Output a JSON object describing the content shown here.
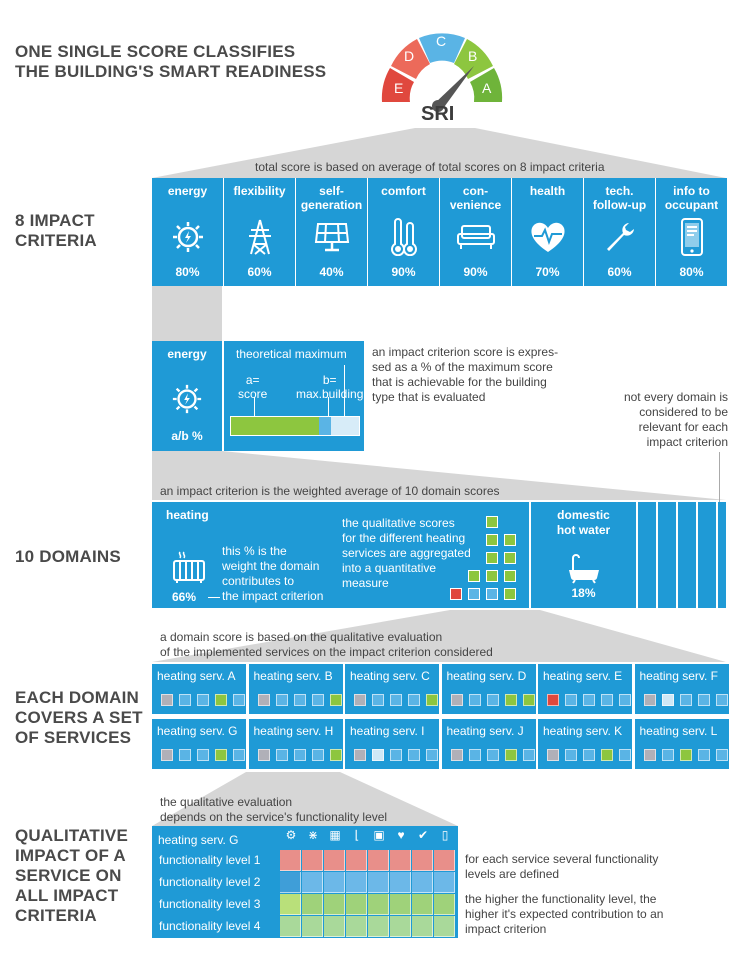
{
  "title": {
    "line1": "ONE SINGLE SCORE CLASSIFIES",
    "line2": "THE BUILDING'S SMART READINESS"
  },
  "gauge": {
    "letters": [
      "E",
      "D",
      "C",
      "B",
      "A"
    ],
    "label": "SRI"
  },
  "colors": {
    "blue": "#1f9ad6",
    "light_blue": "#5ab4e5",
    "green": "#8dc63f",
    "red": "#e0483e",
    "grey": "#d6d6d6"
  },
  "impact": {
    "caption": "total score is based on average of total scores on 8 impact criteria",
    "heading": {
      "line1": "8 IMPACT",
      "line2": "CRITERIA"
    },
    "criteria": [
      {
        "label": "energy",
        "icon": "sun-plug-icon",
        "value": "80%"
      },
      {
        "label": "flexibility",
        "icon": "power-pylon-icon",
        "value": "60%"
      },
      {
        "label": "self-\ngeneration",
        "icon": "solar-panel-icon",
        "value": "40%"
      },
      {
        "label": "comfort",
        "icon": "thermometer-icon",
        "value": "90%"
      },
      {
        "label": "con-\nvenience",
        "icon": "sofa-icon",
        "value": "90%"
      },
      {
        "label": "health",
        "icon": "heart-pulse-icon",
        "value": "70%"
      },
      {
        "label": "tech.\nfollow-up",
        "icon": "wrench-icon",
        "value": "60%"
      },
      {
        "label": "info to\noccupant",
        "icon": "smartphone-icon",
        "value": "80%"
      }
    ]
  },
  "energy_detail": {
    "label": "energy",
    "value": "a/b %",
    "theoretical": "theoretical maximum",
    "a_label": "a=\nscore",
    "b_label": "b=\nmax.building",
    "a_fraction": 0.69,
    "b_fraction": 0.78,
    "explain": "an impact criterion score is expres-\nsed as a % of the maximum score\nthat is achievable for the building\ntype that is evaluated",
    "note": "not every domain is\nconsidered to be\nrelevant for each\nimpact criterion"
  },
  "domains": {
    "caption": "an impact criterion is the weighted average of 10 domain scores",
    "heading": "10 DOMAINS",
    "heating": {
      "label": "heating",
      "value": "66%",
      "weight_text": "this % is the\nweight the domain\ncontributes to\nthe impact criterion",
      "agg_text": "the qualitative scores\nfor the different heating\nservices are aggregated\ninto a quantitative\nmeasure"
    },
    "dhw": {
      "label": "domestic\nhot water",
      "value": "18%"
    }
  },
  "services": {
    "caption": "a domain score is based on the qualitative evaluation\nof the implemented services on the impact criterion considered",
    "heading": {
      "line1": "EACH DOMAIN",
      "line2": "COVERS A SET",
      "line3": "OF SERVICES"
    },
    "items": [
      "heating serv. A",
      "heating serv. B",
      "heating serv. C",
      "heating serv. D",
      "heating serv. E",
      "heating serv. F",
      "heating serv. G",
      "heating serv. H",
      "heating serv. I",
      "heating serv. J",
      "heating serv. K",
      "heating serv. L"
    ]
  },
  "qualitative": {
    "caption": "the qualitative evaluation\ndepends on the service's functionality level",
    "heading": {
      "line1": "QUALITATIVE",
      "line2": "IMPACT OF A",
      "line3": "SERVICE ON",
      "line4": "ALL IMPACT",
      "line5": "CRITERIA"
    },
    "service": "heating serv. G",
    "levels": [
      "functionality level 1",
      "functionality level 2",
      "functionality level 3",
      "functionality level 4"
    ],
    "note1": "for each service several functionality\nlevels are defined",
    "note2": "the higher the functionality level, the\nhigher it's expected contribution to an\nimpact criterion"
  }
}
